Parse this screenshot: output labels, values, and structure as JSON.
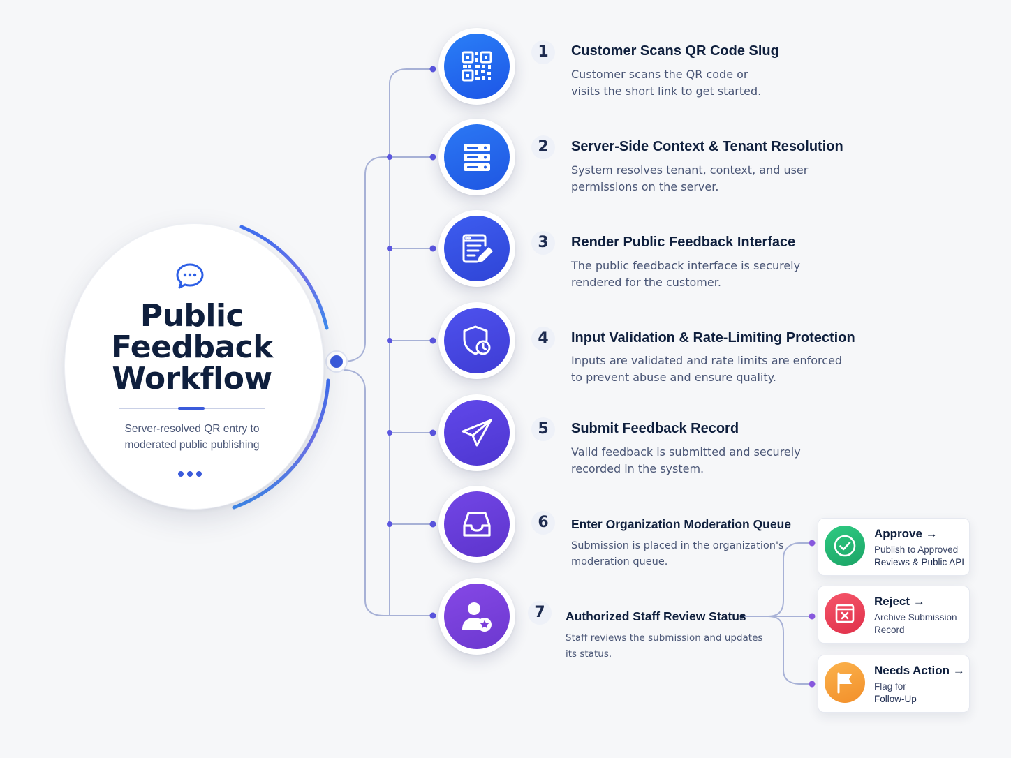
{
  "hub": {
    "title_lines": [
      "Public",
      "Feedback",
      "Workflow"
    ],
    "subtitle_lines": [
      "Server-resolved QR entry to",
      "moderated public publishing"
    ],
    "icon": "chat-bubble-icon"
  },
  "steps": [
    {
      "number": "1",
      "title": "Customer Scans QR Code Slug",
      "desc_lines": [
        "Customer scans the QR code or",
        "visits the short link to get started."
      ],
      "icon": "qr-code-icon",
      "color": "#1f6cf0"
    },
    {
      "number": "2",
      "title": "Server-Side Context & Tenant Resolution",
      "desc_lines": [
        "System resolves tenant, context, and user",
        "permissions on the server."
      ],
      "icon": "server-icon",
      "color": "#2463ea"
    },
    {
      "number": "3",
      "title": "Render Public Feedback Interface",
      "desc_lines": [
        "The public feedback interface is securely",
        "rendered for the customer."
      ],
      "icon": "edit-document-icon",
      "color": "#3550e0"
    },
    {
      "number": "4",
      "title": "Input Validation & Rate-Limiting Protection",
      "desc_lines": [
        "Inputs are validated and rate limits are enforced",
        "to prevent abuse and ensure quality."
      ],
      "icon": "shield-clock-icon",
      "color": "#4a45dc"
    },
    {
      "number": "5",
      "title": "Submit Feedback Record",
      "desc_lines": [
        "Valid feedback is submitted and securely",
        "recorded in the system."
      ],
      "icon": "paper-plane-icon",
      "color": "#5a3ed8"
    },
    {
      "number": "6",
      "title": "Enter Organization Moderation Queue",
      "desc_lines": [
        "Submission is placed in the organization's",
        "moderation queue."
      ],
      "icon": "inbox-tray-icon",
      "color": "#6a3ad6"
    },
    {
      "number": "7",
      "title": "Authorized Staff Review Status",
      "desc_lines": [
        "Staff reviews the submission and updates",
        "its status."
      ],
      "icon": "user-star-icon",
      "color": "#7b3fd9"
    }
  ],
  "outcomes": [
    {
      "title": "Approve →",
      "desc_lines": [
        "Publish to Approved",
        "Reviews & Public API"
      ],
      "icon": "check-circle-icon",
      "color": "#22b573"
    },
    {
      "title": "Reject →",
      "desc_lines": [
        "Archive Submission",
        "Record"
      ],
      "icon": "close-window-icon",
      "color": "#ef3d56"
    },
    {
      "title": "Needs Action →",
      "desc_lines": [
        "Flag for",
        "Follow-Up"
      ],
      "icon": "flag-icon",
      "color": "#f7a03a"
    }
  ],
  "colors": {
    "connector": "#a7b1d6",
    "node_dot": "#5b56e0",
    "hub_arc_start": "#3e6ff0",
    "hub_arc_end": "#7b62e6",
    "hub_node": "#3b5bdb"
  }
}
